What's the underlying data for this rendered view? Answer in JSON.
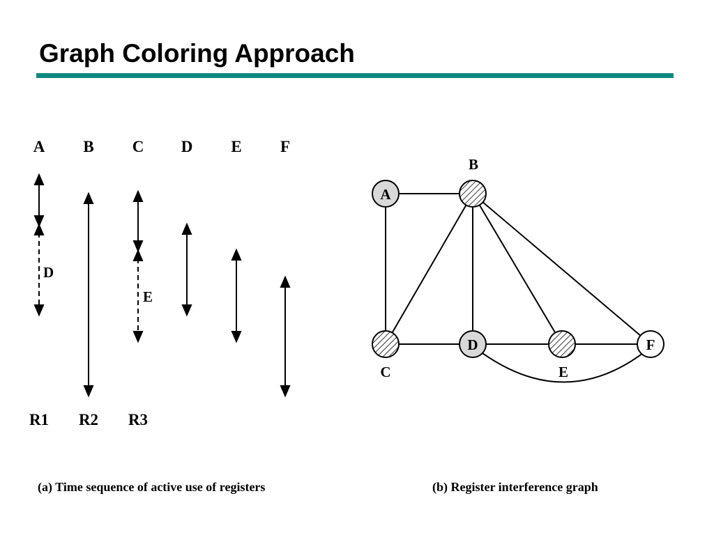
{
  "slide": {
    "title": "Graph Coloring Approach",
    "accent_color": "#0e8a80"
  },
  "timeline": {
    "column_labels": [
      "A",
      "B",
      "C",
      "D",
      "E",
      "F"
    ],
    "register_labels": [
      "R1",
      "R2",
      "R3"
    ],
    "dashed_labels": [
      "D",
      "E"
    ],
    "caption": "(a) Time sequence of active use of registers"
  },
  "graph": {
    "nodes": [
      {
        "id": "A",
        "label": "A",
        "fill": "gray"
      },
      {
        "id": "B",
        "label": "B",
        "fill": "hatched"
      },
      {
        "id": "C",
        "label": "C",
        "fill": "hatched"
      },
      {
        "id": "D",
        "label": "D",
        "fill": "gray"
      },
      {
        "id": "E",
        "label": "E",
        "fill": "hatched"
      },
      {
        "id": "F",
        "label": "F",
        "fill": "white"
      }
    ],
    "edges": [
      [
        "A",
        "B"
      ],
      [
        "A",
        "C"
      ],
      [
        "B",
        "C"
      ],
      [
        "B",
        "D"
      ],
      [
        "B",
        "E"
      ],
      [
        "B",
        "F"
      ],
      [
        "C",
        "D"
      ],
      [
        "D",
        "E"
      ],
      [
        "E",
        "F"
      ],
      [
        "D",
        "F"
      ]
    ],
    "caption": "(b) Register interference graph"
  }
}
